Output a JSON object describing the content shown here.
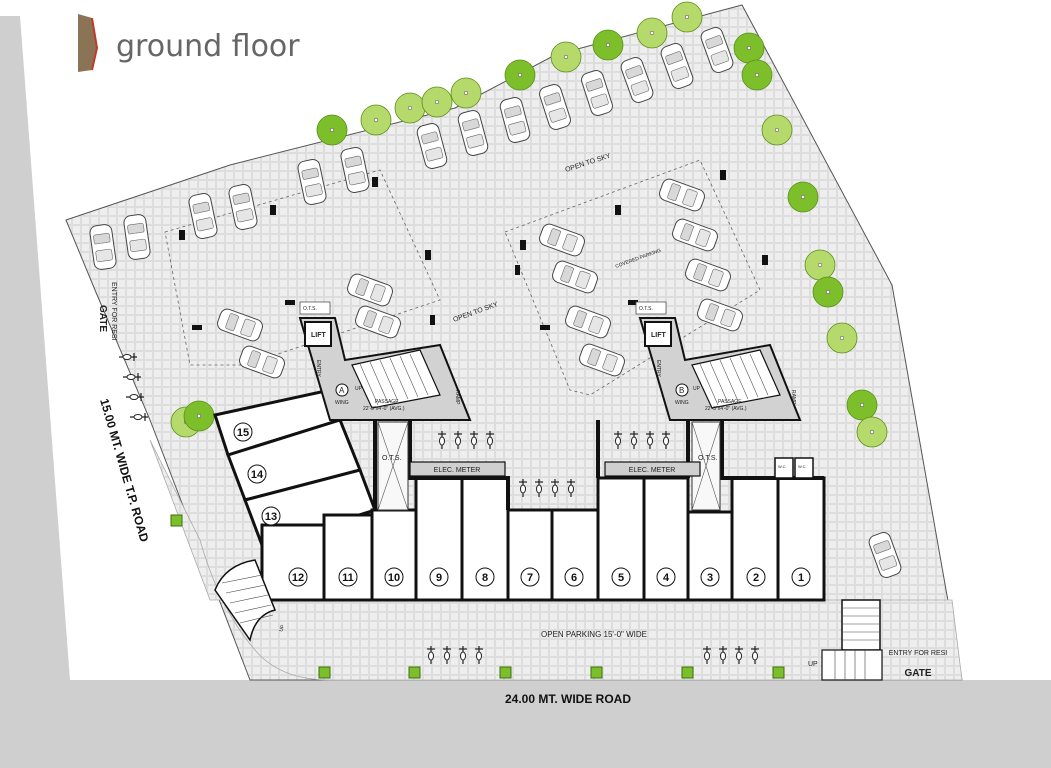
{
  "title": "ground floor",
  "roads": {
    "left": "15.00 MT. WIDE T.P. ROAD",
    "bottom": "24.00 MT. WIDE ROAD"
  },
  "gates": {
    "left_entry": "ENTRY FOR RESI",
    "left_gate": "GATE",
    "right_entry": "ENTRY FOR RESI",
    "right_gate": "GATE"
  },
  "areas": {
    "open_to_sky_top": "OPEN TO SKY",
    "open_to_sky_mid": "OPEN TO SKY",
    "covered_parking": "COVERED PARKING",
    "open_parking": "OPEN PARKING 15'-0\" WIDE"
  },
  "wing_a": {
    "wing_label": "WING",
    "wing_letter": "A",
    "lift": "LIFT",
    "ots": "O.T.S.",
    "passage": "PASSAGE",
    "passage_dim": "22'-3\"x4'-0\" (AVG.)",
    "up": "UP",
    "entry": "ENTRY",
    "ramp": "RAMP"
  },
  "wing_b": {
    "wing_label": "WING",
    "wing_letter": "B",
    "lift": "LIFT",
    "ots": "O.T.S.",
    "passage": "PASSAGE",
    "passage_dim": "22'-3\"x4'-0\" (AVG.)",
    "up": "UP",
    "entry": "ENTRY",
    "ramp": "RAMP"
  },
  "utilities": {
    "elec_meter_a": "ELEC. METER",
    "elec_meter_b": "ELEC. METER",
    "ots_a": "O.T.S.",
    "ots_b": "O.T.S.",
    "wc_1": "W.C.",
    "wc_2": "W.C."
  },
  "stairs": {
    "left_up": "UP",
    "right_up": "UP"
  },
  "shops": [
    "1",
    "2",
    "3",
    "4",
    "5",
    "6",
    "7",
    "8",
    "9",
    "10",
    "11",
    "12",
    "13",
    "14",
    "15"
  ],
  "colors": {
    "tree_light": "#b5d96a",
    "tree_dark": "#7cbf2a",
    "road": "#cfcfcf",
    "paving": "#ececec",
    "accent": "#c0392b"
  }
}
